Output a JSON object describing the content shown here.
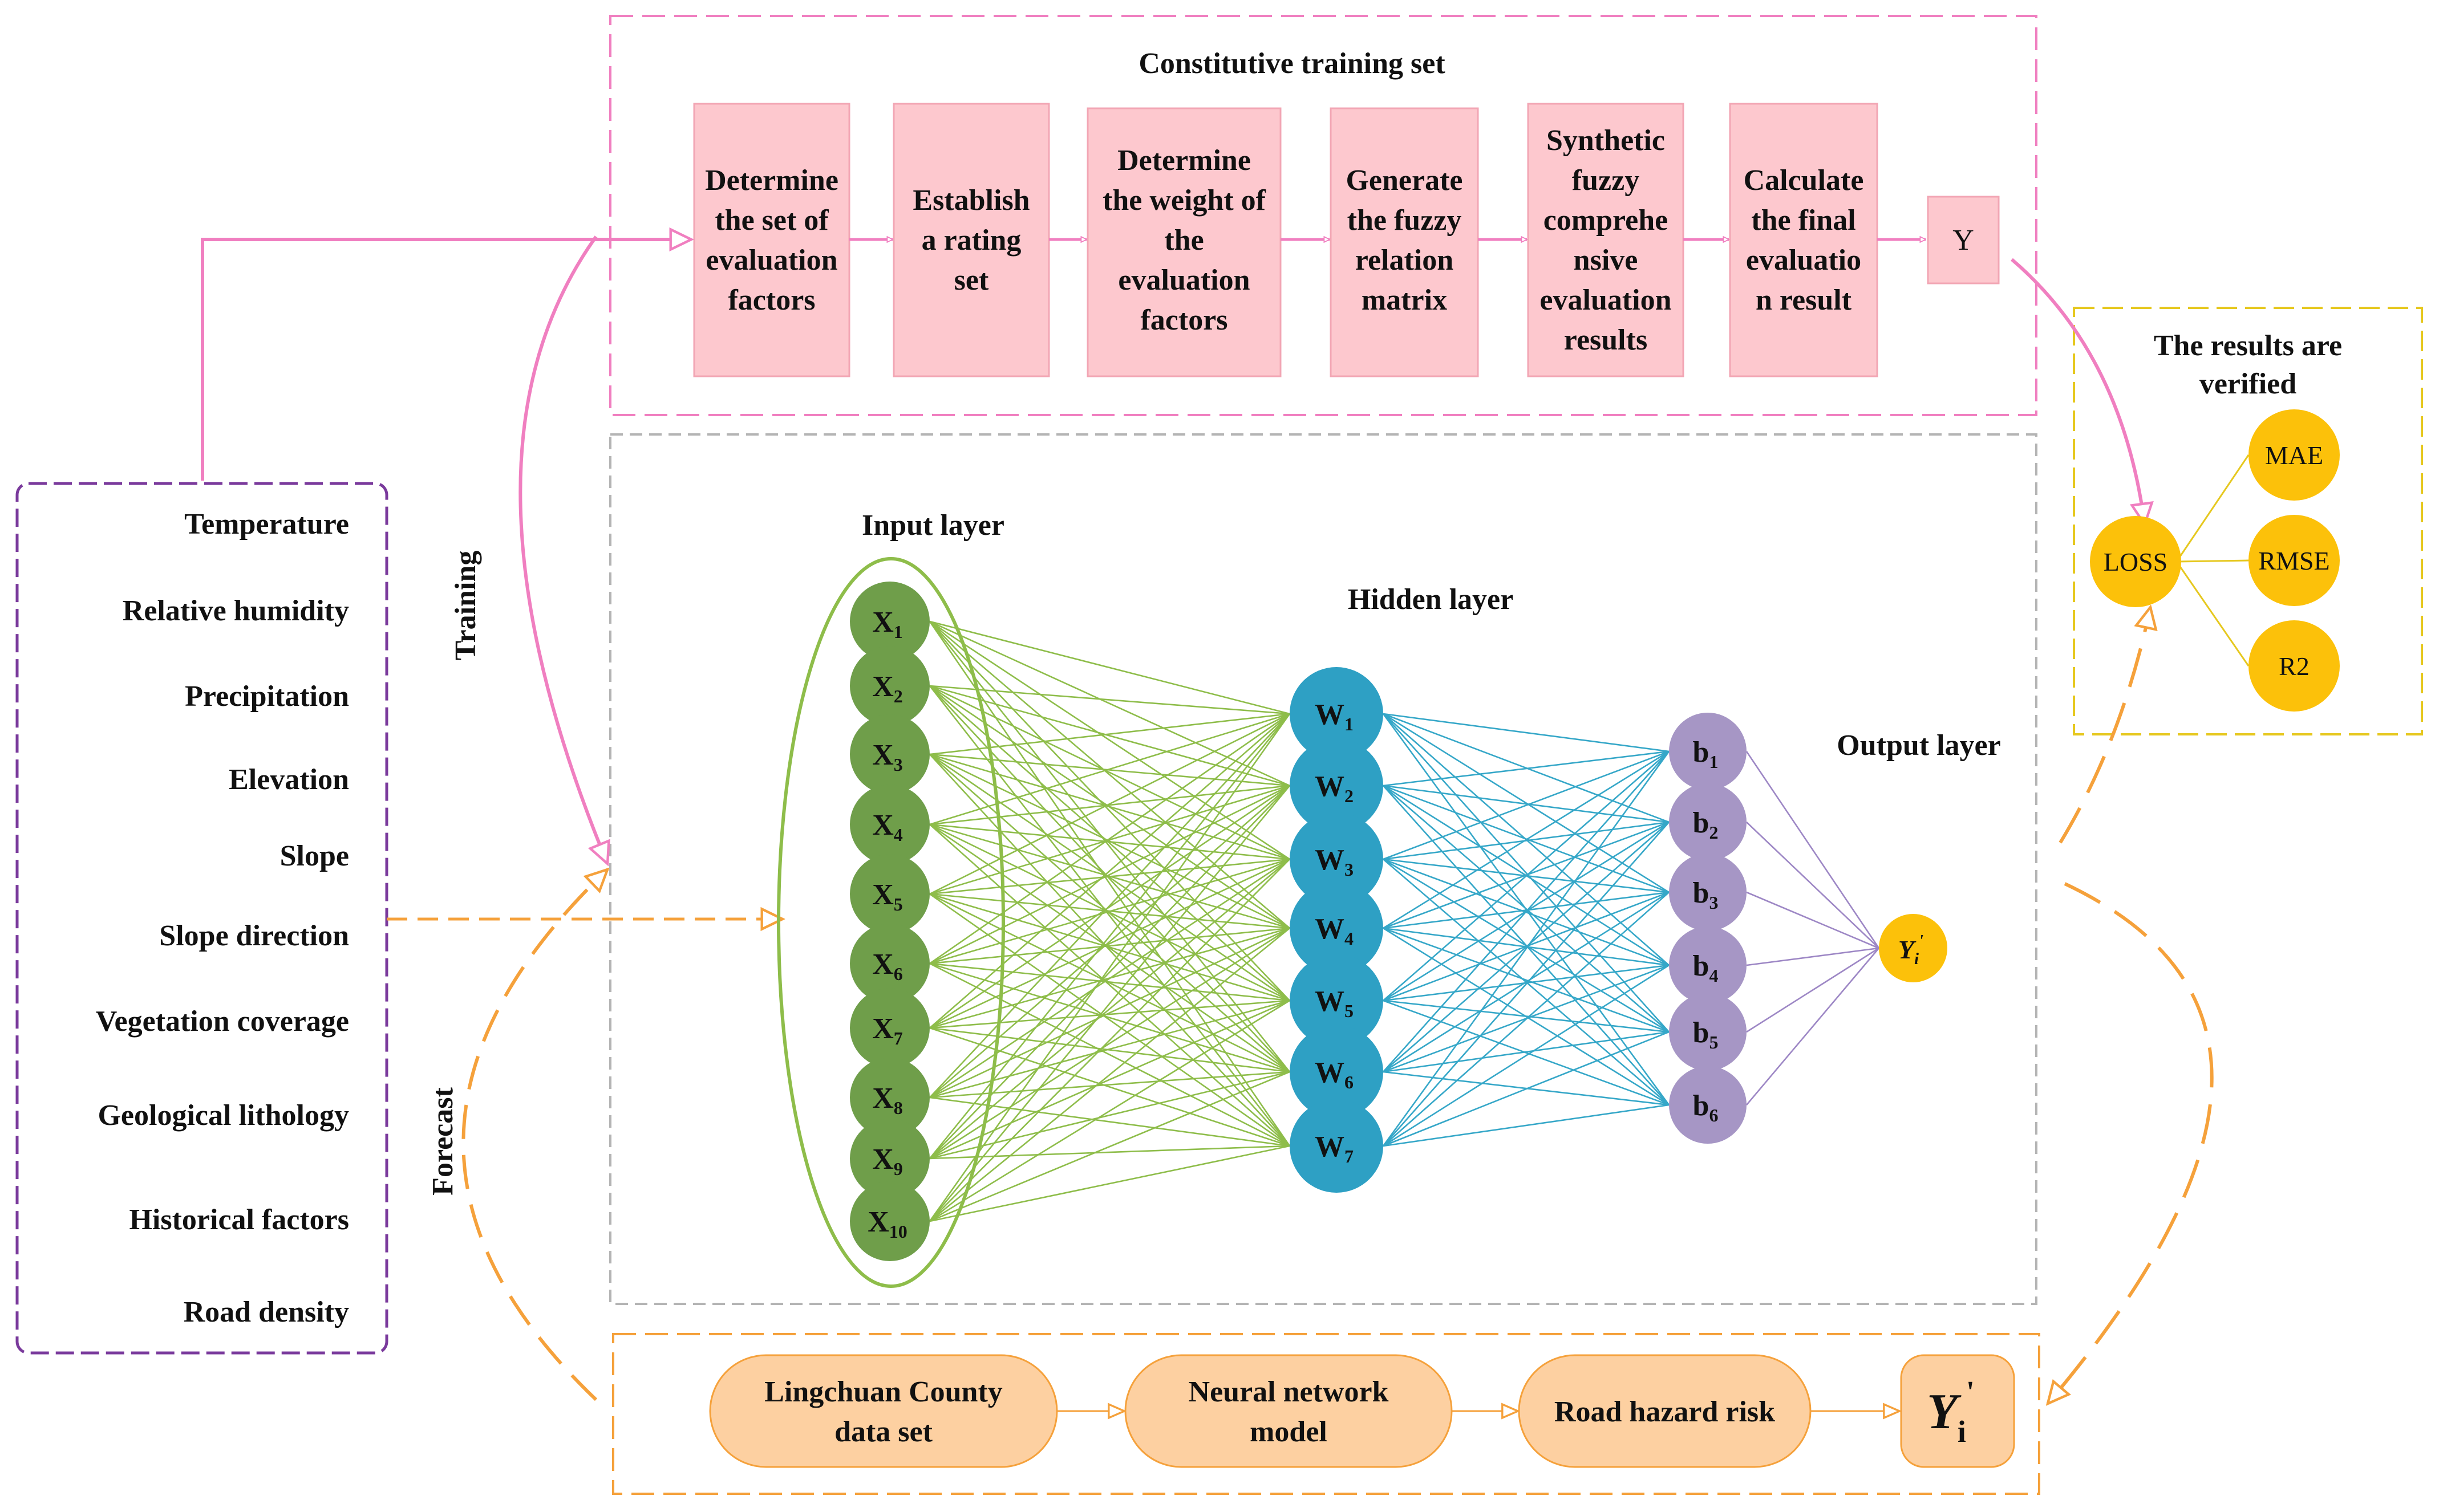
{
  "colors": {
    "pink_line": "#f07fc0",
    "pink_box": "#fdc8ce",
    "pink_box_border": "#f2a6b4",
    "orange_line": "#f5a13b",
    "orange_box": "#fdd0a1",
    "orange_node": "#fcc10a",
    "yellow_border": "#e6c81f",
    "purple_border": "#7a3a9c",
    "gray_border": "#b4b4b4",
    "green_node": "#6f9e4a",
    "green_line": "#8ebd4a",
    "blue_node": "#2ea0c4",
    "blue_line": "#35a7c8",
    "purple_node": "#a696c5",
    "purple_line": "#9d87c5"
  },
  "training_set": {
    "title": "Constitutive training set",
    "steps": [
      [
        "Determine",
        "the set of",
        "evaluation",
        "factors"
      ],
      [
        "Establish",
        "a rating",
        "set"
      ],
      [
        "Determine",
        "the weight of",
        "the",
        "evaluation",
        "factors"
      ],
      [
        "Generate",
        "the fuzzy",
        "relation",
        "matrix"
      ],
      [
        "Synthetic",
        "fuzzy",
        "comprehe",
        "nsive",
        "evaluation",
        "results"
      ],
      [
        "Calculate",
        "the final",
        "evaluatio",
        "n result"
      ]
    ],
    "result": "Y"
  },
  "factors": [
    "Temperature",
    "Relative humidity",
    "Precipitation",
    "Elevation",
    "Slope",
    "Slope direction",
    "Vegetation coverage",
    "Geological lithology",
    "Historical factors",
    "Road density"
  ],
  "side_labels": {
    "training": "Training",
    "forecast": "Forecast"
  },
  "network": {
    "input_title": "Input layer",
    "hidden_title": "Hidden layer",
    "output_title": "Output layer",
    "input_nodes": [
      {
        "main": "X",
        "sub": "1"
      },
      {
        "main": "X",
        "sub": "2"
      },
      {
        "main": "X",
        "sub": "3"
      },
      {
        "main": "X",
        "sub": "4"
      },
      {
        "main": "X",
        "sub": "5"
      },
      {
        "main": "X",
        "sub": "6"
      },
      {
        "main": "X",
        "sub": "7"
      },
      {
        "main": "X",
        "sub": "8"
      },
      {
        "main": "X",
        "sub": "9"
      },
      {
        "main": "X",
        "sub": "10"
      }
    ],
    "hidden_nodes": [
      {
        "main": "W",
        "sub": "1"
      },
      {
        "main": "W",
        "sub": "2"
      },
      {
        "main": "W",
        "sub": "3"
      },
      {
        "main": "W",
        "sub": "4"
      },
      {
        "main": "W",
        "sub": "5"
      },
      {
        "main": "W",
        "sub": "6"
      },
      {
        "main": "W",
        "sub": "7"
      }
    ],
    "bias_nodes": [
      {
        "main": "b",
        "sub": "1"
      },
      {
        "main": "b",
        "sub": "2"
      },
      {
        "main": "b",
        "sub": "3"
      },
      {
        "main": "b",
        "sub": "4"
      },
      {
        "main": "b",
        "sub": "5"
      },
      {
        "main": "b",
        "sub": "6"
      }
    ],
    "output_node": {
      "main": "Y",
      "sub": "i",
      "prime": "'"
    }
  },
  "verification": {
    "title_line1": "The results are",
    "title_line2": "verified",
    "loss": "LOSS",
    "metrics": [
      "MAE",
      "RMSE",
      "R2"
    ]
  },
  "forecast_flow": {
    "steps": [
      [
        "Lingchuan County",
        "data set"
      ],
      [
        "Neural network",
        "model"
      ],
      [
        "Road hazard risk"
      ]
    ],
    "result": {
      "main": "Y",
      "sub": "i",
      "prime": "'"
    }
  }
}
